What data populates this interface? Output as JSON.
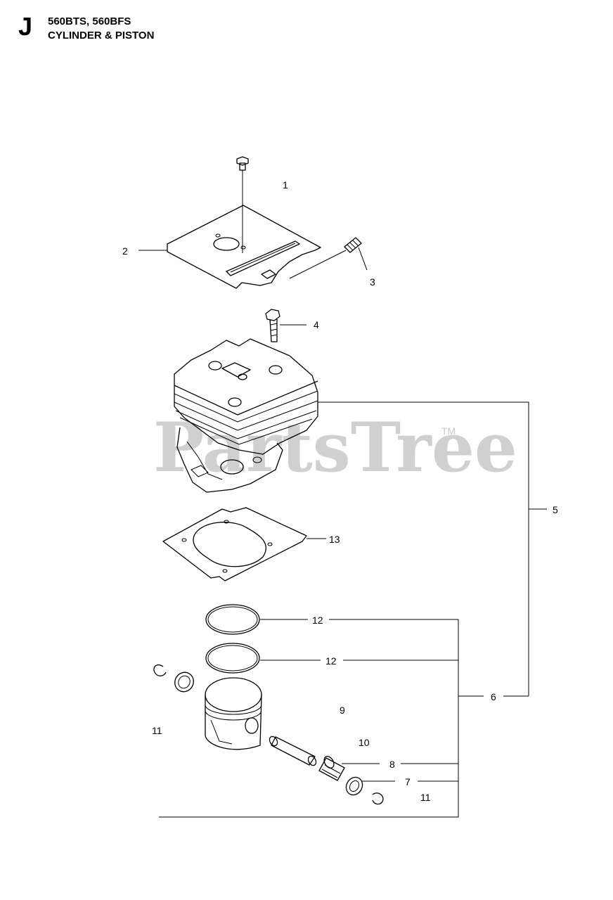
{
  "header": {
    "section_letter": "J",
    "models": "560BTS, 560BFS",
    "title": "CYLINDER & PISTON"
  },
  "watermark": {
    "text": "PartsTree",
    "trademark": "TM"
  },
  "callouts": {
    "c1": "1",
    "c2": "2",
    "c3": "3",
    "c4": "4",
    "c5": "5",
    "c6": "6",
    "c7": "7",
    "c8": "8",
    "c9": "9",
    "c10": "10",
    "c11_left": "11",
    "c11_right": "11",
    "c12_top": "12",
    "c12_bottom": "12",
    "c13": "13"
  }
}
